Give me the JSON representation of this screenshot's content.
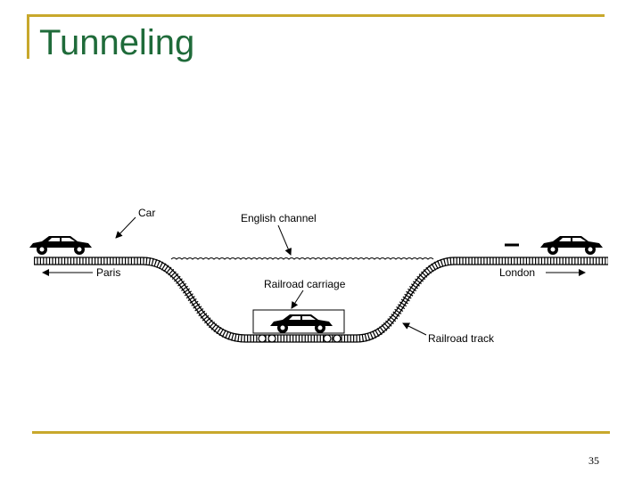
{
  "slide": {
    "title": "Tunneling",
    "page_number": "35"
  },
  "diagram": {
    "labels": {
      "car": "Car",
      "english_channel": "English channel",
      "railroad_carriage": "Railroad carriage",
      "railroad_track": "Railroad track",
      "paris": "Paris",
      "london": "London"
    }
  },
  "colors": {
    "frame": "#c8a82c",
    "title": "#1f6b3a"
  }
}
